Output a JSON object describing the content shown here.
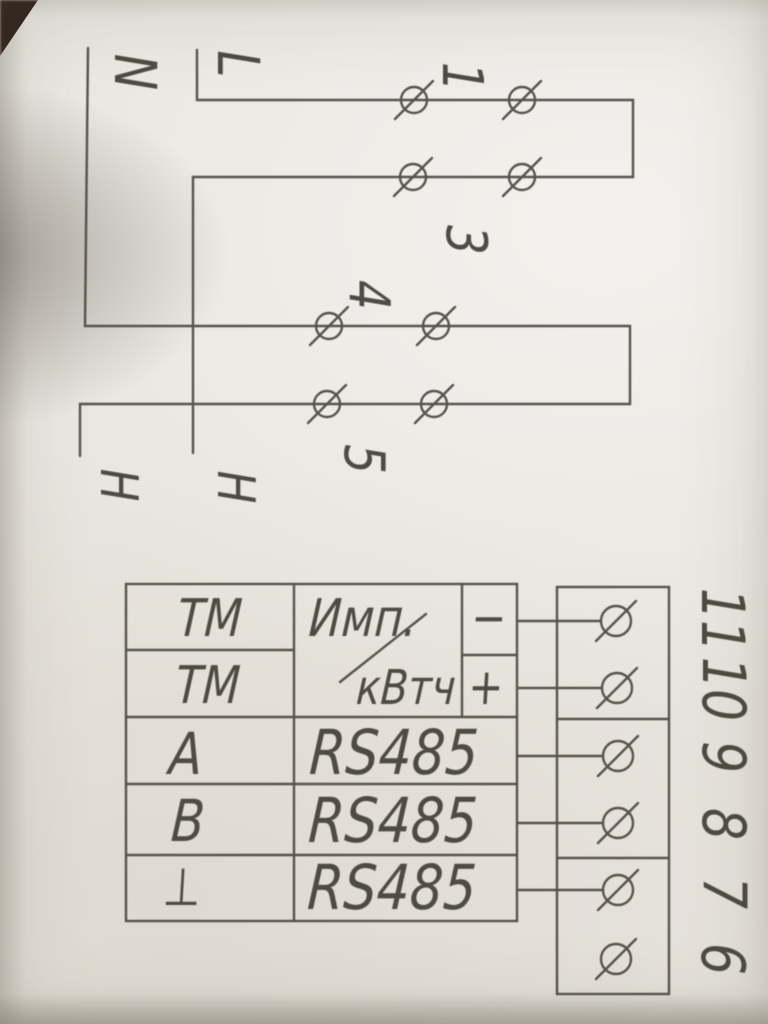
{
  "diagram": {
    "neutral_label": "N",
    "line_label": "L",
    "terminal_1": "1",
    "terminal_3": "3",
    "terminal_4": "4",
    "terminal_5": "5",
    "load_label_left": "Н",
    "load_label_right": "Н"
  },
  "table": {
    "pulse_output_numerator": "Имп.",
    "pulse_output_denominator": "кВтч",
    "rows": [
      {
        "label": "ТМ",
        "polarity": "−"
      },
      {
        "label": "ТМ",
        "polarity": "+"
      },
      {
        "label": "А",
        "bus": "RS485"
      },
      {
        "label": "В",
        "bus": "RS485"
      },
      {
        "label": "⊥",
        "bus": "RS485"
      }
    ]
  },
  "terminal_strip": {
    "numbers": [
      "11",
      "10",
      "9",
      "8",
      "7",
      "6"
    ]
  },
  "colors": {
    "paper": "#e9e6e0",
    "line": "#56534c",
    "ink": "#4e4b44"
  }
}
